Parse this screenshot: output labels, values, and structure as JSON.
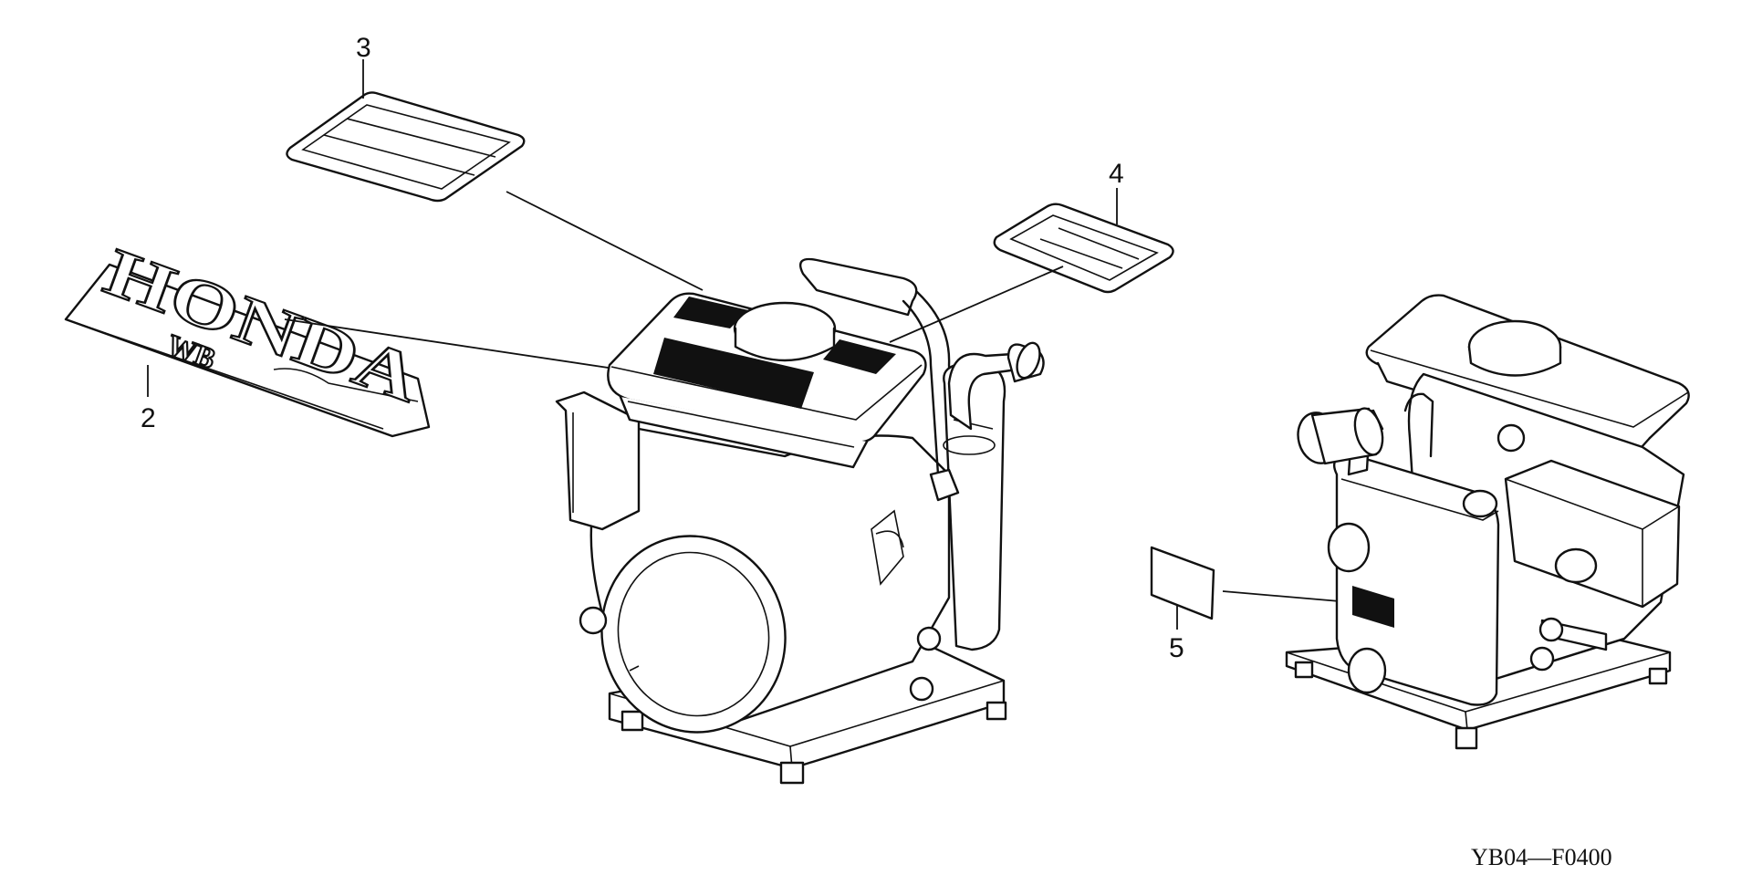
{
  "diagram": {
    "callouts": [
      {
        "id": "2",
        "label": "2"
      },
      {
        "id": "3",
        "label": "3"
      },
      {
        "id": "4",
        "label": "4"
      },
      {
        "id": "5",
        "label": "5"
      }
    ],
    "emblem": {
      "brand": "HONDA",
      "model": "WB"
    },
    "drawing_code": "YB04—F0400"
  }
}
